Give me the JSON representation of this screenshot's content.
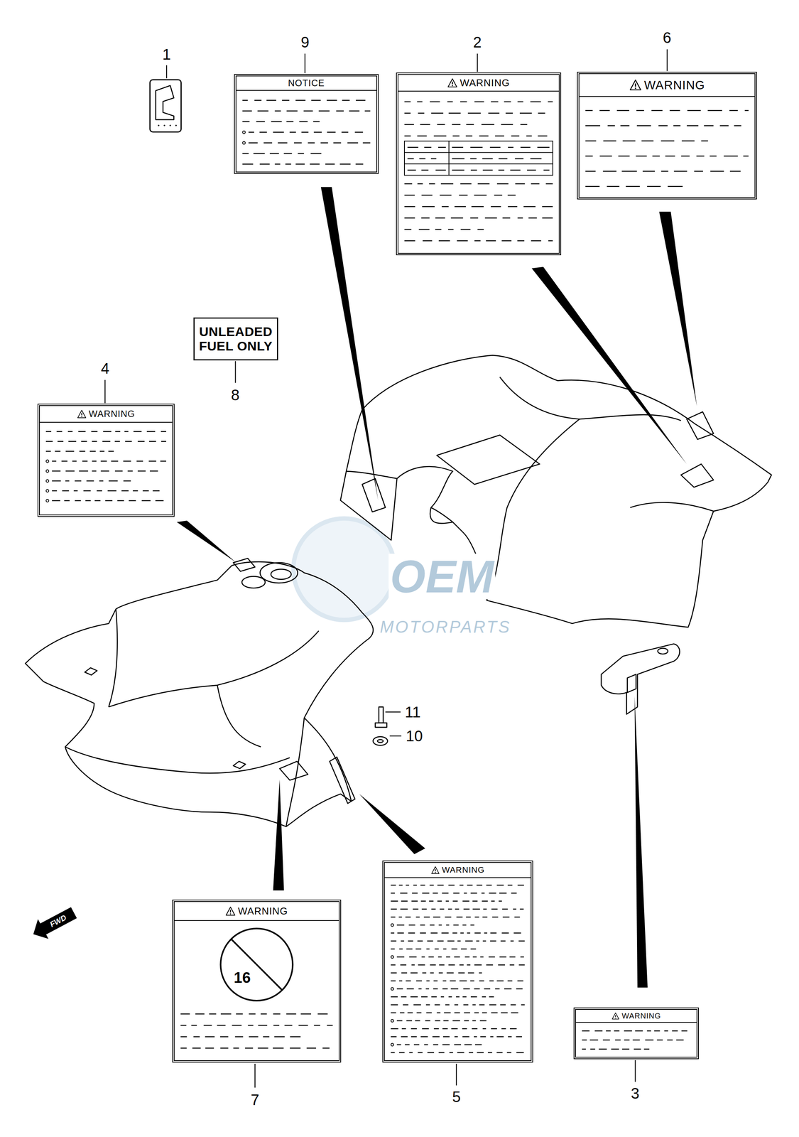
{
  "diagram": {
    "nodes": [
      {
        "text": [
          "NOTICE"
        ]
      },
      {
        "text": [
          "WARNING"
        ]
      },
      {
        "text": [
          "WARNING"
        ]
      },
      {
        "text": [
          "UNLEADED FUEL ONLY"
        ]
      },
      {
        "text": [
          "WARNING"
        ]
      },
      {
        "text": [
          "WARNING",
          "16"
        ]
      },
      {
        "text": [
          "WARNING"
        ]
      },
      {
        "text": [
          "WARNING"
        ]
      }
    ],
    "labels": [
      "1",
      "9",
      "2",
      "6",
      "8",
      "4",
      "11",
      "10",
      "7",
      "5",
      "3",
      "FWD",
      "OEM",
      "MOTORPARTS"
    ]
  }
}
